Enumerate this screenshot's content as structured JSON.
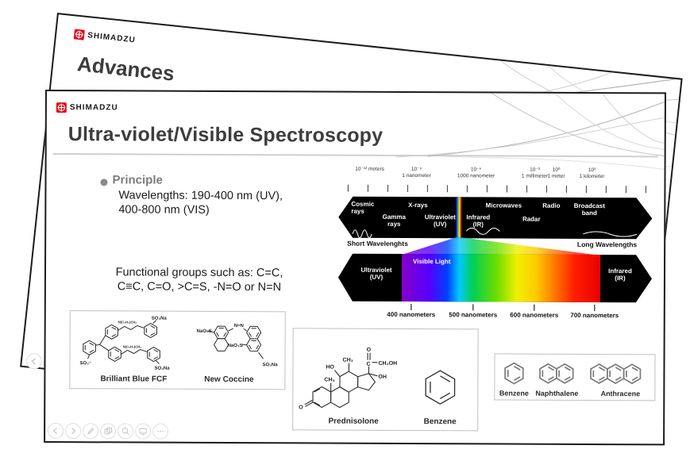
{
  "colors": {
    "shimadzu_red": "#e60012",
    "slide_border": "#1b1b1b",
    "title_gray": "#3d3d3d",
    "principle_gray": "#7d7d7d",
    "band_black": "#000000"
  },
  "back_slide": {
    "brand": "SHIMADZU",
    "title": "Advances"
  },
  "slide": {
    "brand": "SHIMADZU",
    "title": "Ultra-violet/Visible Spectroscopy",
    "principle": {
      "heading": "Principle",
      "line1": "Wavelengths: 190-400 nm (UV),",
      "line2": "400-800 nm (VIS)"
    },
    "functional_groups": {
      "line1": "Functional groups such as: C=C,",
      "line2": "C≡C, C=O, >C=S, -N=O or N=N"
    },
    "spectrum": {
      "scale": [
        {
          "top": "10⁻¹² meters",
          "bottom": ""
        },
        {
          "top": "10⁻⁹",
          "bottom": "1 nanometer"
        },
        {
          "top": "10⁻⁶",
          "bottom": "1000 nanometer"
        },
        {
          "top": "10⁻³",
          "bottom": "1 millimeter"
        },
        {
          "top": "10⁰",
          "bottom": "1 meter"
        },
        {
          "top": "10³",
          "bottom": "1 kilometer"
        }
      ],
      "band1": {
        "cosmic": "Cosmic rays",
        "xrays": "X-rays",
        "gamma": "Gamma rays",
        "uv": "Ultraviolet (UV)",
        "ir": "Infrared (IR)",
        "micro": "Microwaves",
        "radar": "Radar",
        "radio": "Radio",
        "broadcast": "Broadcast band"
      },
      "short_label": "Short Wavelenghts",
      "long_label": "Long Wavelengths",
      "band2": {
        "uv": "Ultraviolet (UV)",
        "visible": "Visible Light",
        "ir": "Infrared (IR)"
      },
      "nm": [
        "400 nanometers",
        "500 nanometers",
        "600 nanometers",
        "700 nanometers"
      ]
    },
    "dyes": {
      "caption1": "Brilliant Blue FCF",
      "caption2": "New Coccine",
      "labels": {
        "so3na": "SO₃Na",
        "so3minus": "SO₃⁻",
        "chain": "N(C₂H₅)CH₂",
        "nao3s": "NaO₃S",
        "azo": "N=N"
      }
    },
    "steroid": {
      "caption1": "Prednisolone",
      "caption2": "Benzene",
      "labels": {
        "o": "O",
        "ho": "HO",
        "ch3": "CH₃",
        "c": "C",
        "ch2oh": "CH₂OH",
        "oh": "OH"
      }
    },
    "aromatics": {
      "captions": [
        "Benzene",
        "Naphthalene",
        "Anthracene"
      ]
    },
    "nav_icons": [
      "previous",
      "next",
      "pen",
      "slides",
      "zoom",
      "display",
      "more"
    ]
  }
}
